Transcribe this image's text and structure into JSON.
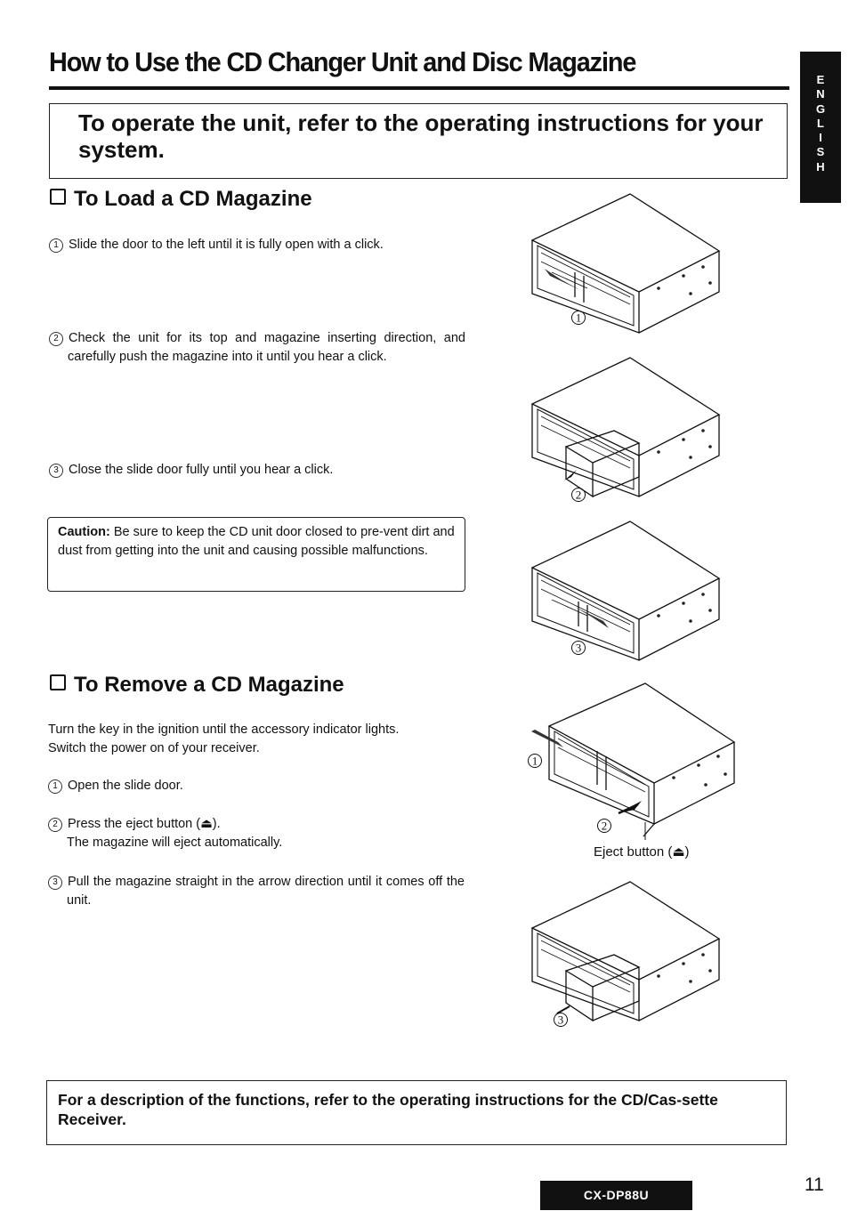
{
  "header": {
    "title": "How to Use the CD Changer Unit and Disc Magazine",
    "language_tab": [
      "E",
      "N",
      "G",
      "L",
      "I",
      "S",
      "H"
    ]
  },
  "top_note": "To operate the unit, refer to the operating instructions for your system.",
  "load": {
    "heading": "To Load a CD Magazine",
    "steps": [
      {
        "num": "1",
        "text": "Slide the door to the left until it is fully open with a click."
      },
      {
        "num": "2",
        "text": "Check the unit for its top and magazine inserting direction, and carefully push the magazine into it until you hear a click."
      },
      {
        "num": "3",
        "text": "Close the slide door fully until you hear a click."
      }
    ],
    "caution_label": "Caution:",
    "caution_text": " Be sure to keep the CD unit door closed to pre-vent dirt and dust from getting into the unit and causing possible malfunctions."
  },
  "remove": {
    "heading": "To Remove a CD Magazine",
    "intro_1": "Turn the key in the ignition until the accessory indicator lights.",
    "intro_2": "Switch the power on of your receiver.",
    "steps": [
      {
        "num": "1",
        "text": "Open the slide door."
      },
      {
        "num": "2",
        "text": "Press the eject button (⏏).",
        "sub": "The magazine will eject automatically."
      },
      {
        "num": "3",
        "text": "Pull the magazine straight in the arrow direction until it comes off the unit."
      }
    ]
  },
  "figures": {
    "labels": [
      "1",
      "2",
      "3",
      "1",
      "2",
      "3"
    ],
    "eject_caption": "Eject button (⏏)"
  },
  "bottom_note": "For a description of the functions, refer to the operating instructions for the CD/Cas-sette Receiver.",
  "footer": {
    "model": "CX-DP88U",
    "page_number": "11"
  }
}
